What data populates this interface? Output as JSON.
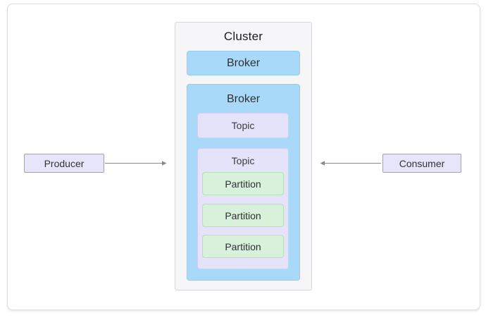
{
  "diagram": {
    "producer": {
      "label": "Producer"
    },
    "consumer": {
      "label": "Consumer"
    },
    "cluster": {
      "title": "Cluster",
      "brokers": [
        {
          "label": "Broker"
        },
        {
          "label": "Broker",
          "topics": [
            {
              "label": "Topic"
            },
            {
              "label": "Topic",
              "partitions": [
                {
                  "label": "Partition"
                },
                {
                  "label": "Partition"
                },
                {
                  "label": "Partition"
                }
              ]
            }
          ]
        }
      ]
    },
    "colors": {
      "card_border": "#dcdcdc",
      "cluster_fill": "#f6f6f8",
      "cluster_border": "#d7d7d7",
      "broker_fill": "#a9d9f8",
      "broker_border": "#93ccf0",
      "topic_fill": "#e4e3f9",
      "topic_border": "#d0cff1",
      "partition_fill": "#d7f1db",
      "partition_border": "#b4e1bc",
      "endpoint_fill": "#e6e5f9",
      "endpoint_border": "#a2a2ad",
      "arrow": "#8a8a8a"
    }
  }
}
